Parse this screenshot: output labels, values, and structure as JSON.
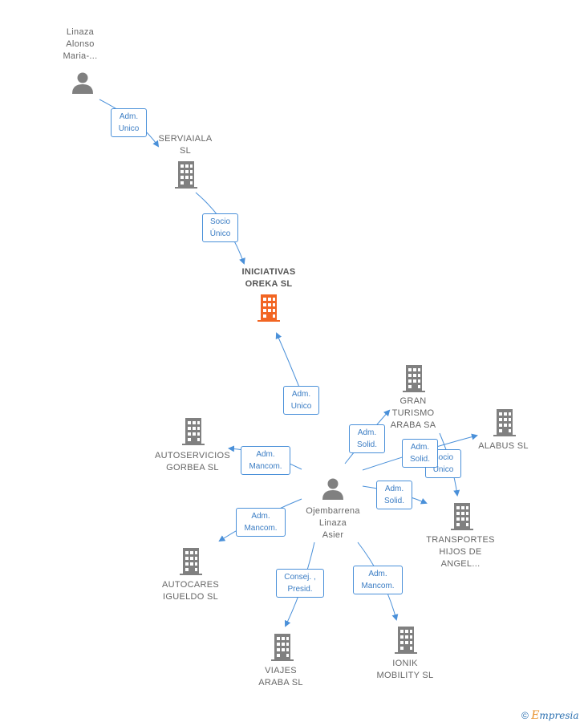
{
  "colors": {
    "edge": "#4a90d9",
    "node": "#808080",
    "focus_node": "#f26522"
  },
  "nodes": {
    "linaza_alonso": {
      "label": "Linaza\nAlonso\nMaria-...",
      "icon": "person-icon"
    },
    "serviaiala": {
      "label": "SERVIAIALA\nSL",
      "icon": "building-icon"
    },
    "iniciativas_oreka": {
      "label": "INICIATIVAS\nOREKA  SL",
      "icon": "building-icon"
    },
    "ojembarrena": {
      "label": "Ojembarrena\nLinaza\nAsier",
      "icon": "person-icon"
    },
    "gran_turismo": {
      "label": "GRAN\nTURISMO\nARABA SA",
      "icon": "building-icon"
    },
    "alabus": {
      "label": "ALABUS  SL",
      "icon": "building-icon"
    },
    "autoservicios_gorbea": {
      "label": "AUTOSERVICIOS\nGORBEA  SL",
      "icon": "building-icon"
    },
    "transportes_hijos": {
      "label": "TRANSPORTES\nHIJOS DE\nANGEL...",
      "icon": "building-icon"
    },
    "autocares_igueldo": {
      "label": "AUTOCARES\nIGUELDO  SL",
      "icon": "building-icon"
    },
    "viajes_araba": {
      "label": "VIAJES\nARABA SL",
      "icon": "building-icon"
    },
    "ionik_mobility": {
      "label": "IONIK\nMOBILITY  SL",
      "icon": "building-icon"
    }
  },
  "edges": {
    "e1": "Adm.\nUnico",
    "e2": "Socio\nÚnico",
    "e3": "Adm.\nUnico",
    "e4": "Adm.\nSolid.",
    "e5": "Socio\nÚnico",
    "e6": "Adm.\nSolid.",
    "e7": "Adm.\nSolid.",
    "e8": "Adm.\nMancom.",
    "e9": "Adm.\nMancom.",
    "e10": "Consej. ,\nPresid.",
    "e11": "Adm.\nMancom."
  },
  "footer": {
    "copyright": "©",
    "brand_first": "E",
    "brand_rest": "mpresia"
  }
}
